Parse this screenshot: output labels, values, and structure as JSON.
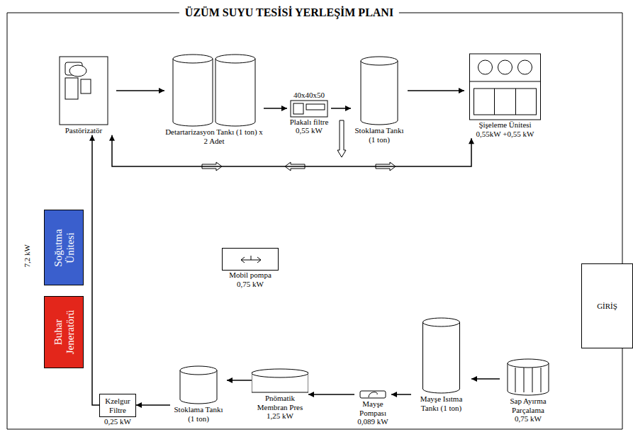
{
  "diagram": {
    "title": "ÜZÜM SUYU TESİSİ YERLEŞİM PLANI",
    "nodes": [
      {
        "text": [
          "Pastörizatör"
        ]
      },
      {
        "text": [
          "Detartarizasyon Tankı (1 ton) x 2 Adet"
        ]
      },
      {
        "text": [
          "40x40x50",
          "Plakalı filtre",
          "0,55 kW"
        ]
      },
      {
        "text": [
          "Stoklama Tankı (1 ton)"
        ]
      },
      {
        "text": [
          "Şişeleme Ünitesi",
          "0,55kW +0,55 kW"
        ]
      },
      {
        "text": [
          "Soğutma Ünitesi"
        ]
      },
      {
        "text": [
          "Buhar Jeneratörü"
        ]
      },
      {
        "text": [
          "Mobil pompa",
          "0,75 kW"
        ]
      },
      {
        "text": [
          "Kzelgur Filtre",
          "0,25 kW"
        ]
      },
      {
        "text": [
          "Stoklama Tankı (1 ton)"
        ]
      },
      {
        "text": [
          "Pnömatik Membran Pres",
          "1,25 kW"
        ]
      },
      {
        "text": [
          "Mayşe Pompası",
          "0,089 kW"
        ]
      },
      {
        "text": [
          "Mayşe Isıtma Tankı (1 ton)"
        ]
      },
      {
        "text": [
          "Sap Ayırma Parçalama",
          "0,75 kW"
        ]
      },
      {
        "text": [
          "GİRİŞ"
        ]
      }
    ],
    "edges": [
      {
        "from": 0,
        "to": 1,
        "arrow": "to"
      },
      {
        "from": 1,
        "to": 2,
        "arrow": "to"
      },
      {
        "from": 2,
        "to": 3,
        "arrow": "to"
      },
      {
        "from": 3,
        "to": 4,
        "arrow": "to"
      },
      {
        "from": 0,
        "to": 4,
        "arrow": "both"
      },
      {
        "from": 13,
        "to": 12,
        "arrow": "to"
      },
      {
        "from": 12,
        "to": 11,
        "arrow": "to"
      },
      {
        "from": 11,
        "to": 10,
        "arrow": "to"
      },
      {
        "from": 10,
        "to": 9,
        "arrow": "to"
      },
      {
        "from": 9,
        "to": 8,
        "arrow": "to"
      },
      {
        "from": 8,
        "to": 0,
        "arrow": "to"
      }
    ],
    "labels": [
      "7,2 kW"
    ]
  }
}
